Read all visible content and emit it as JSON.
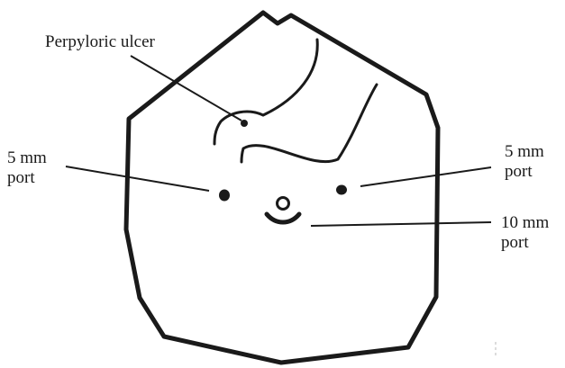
{
  "labels": {
    "perpyloric_ulcer": "Perpyloric ulcer",
    "left_port_size": "5 mm",
    "left_port_word": "port",
    "right_port_size": "5 mm",
    "right_port_word": "port",
    "center_port_size": "10 mm",
    "center_port_word": "port"
  },
  "colors": {
    "ink": "#1a1a1a",
    "background": "#ffffff"
  }
}
